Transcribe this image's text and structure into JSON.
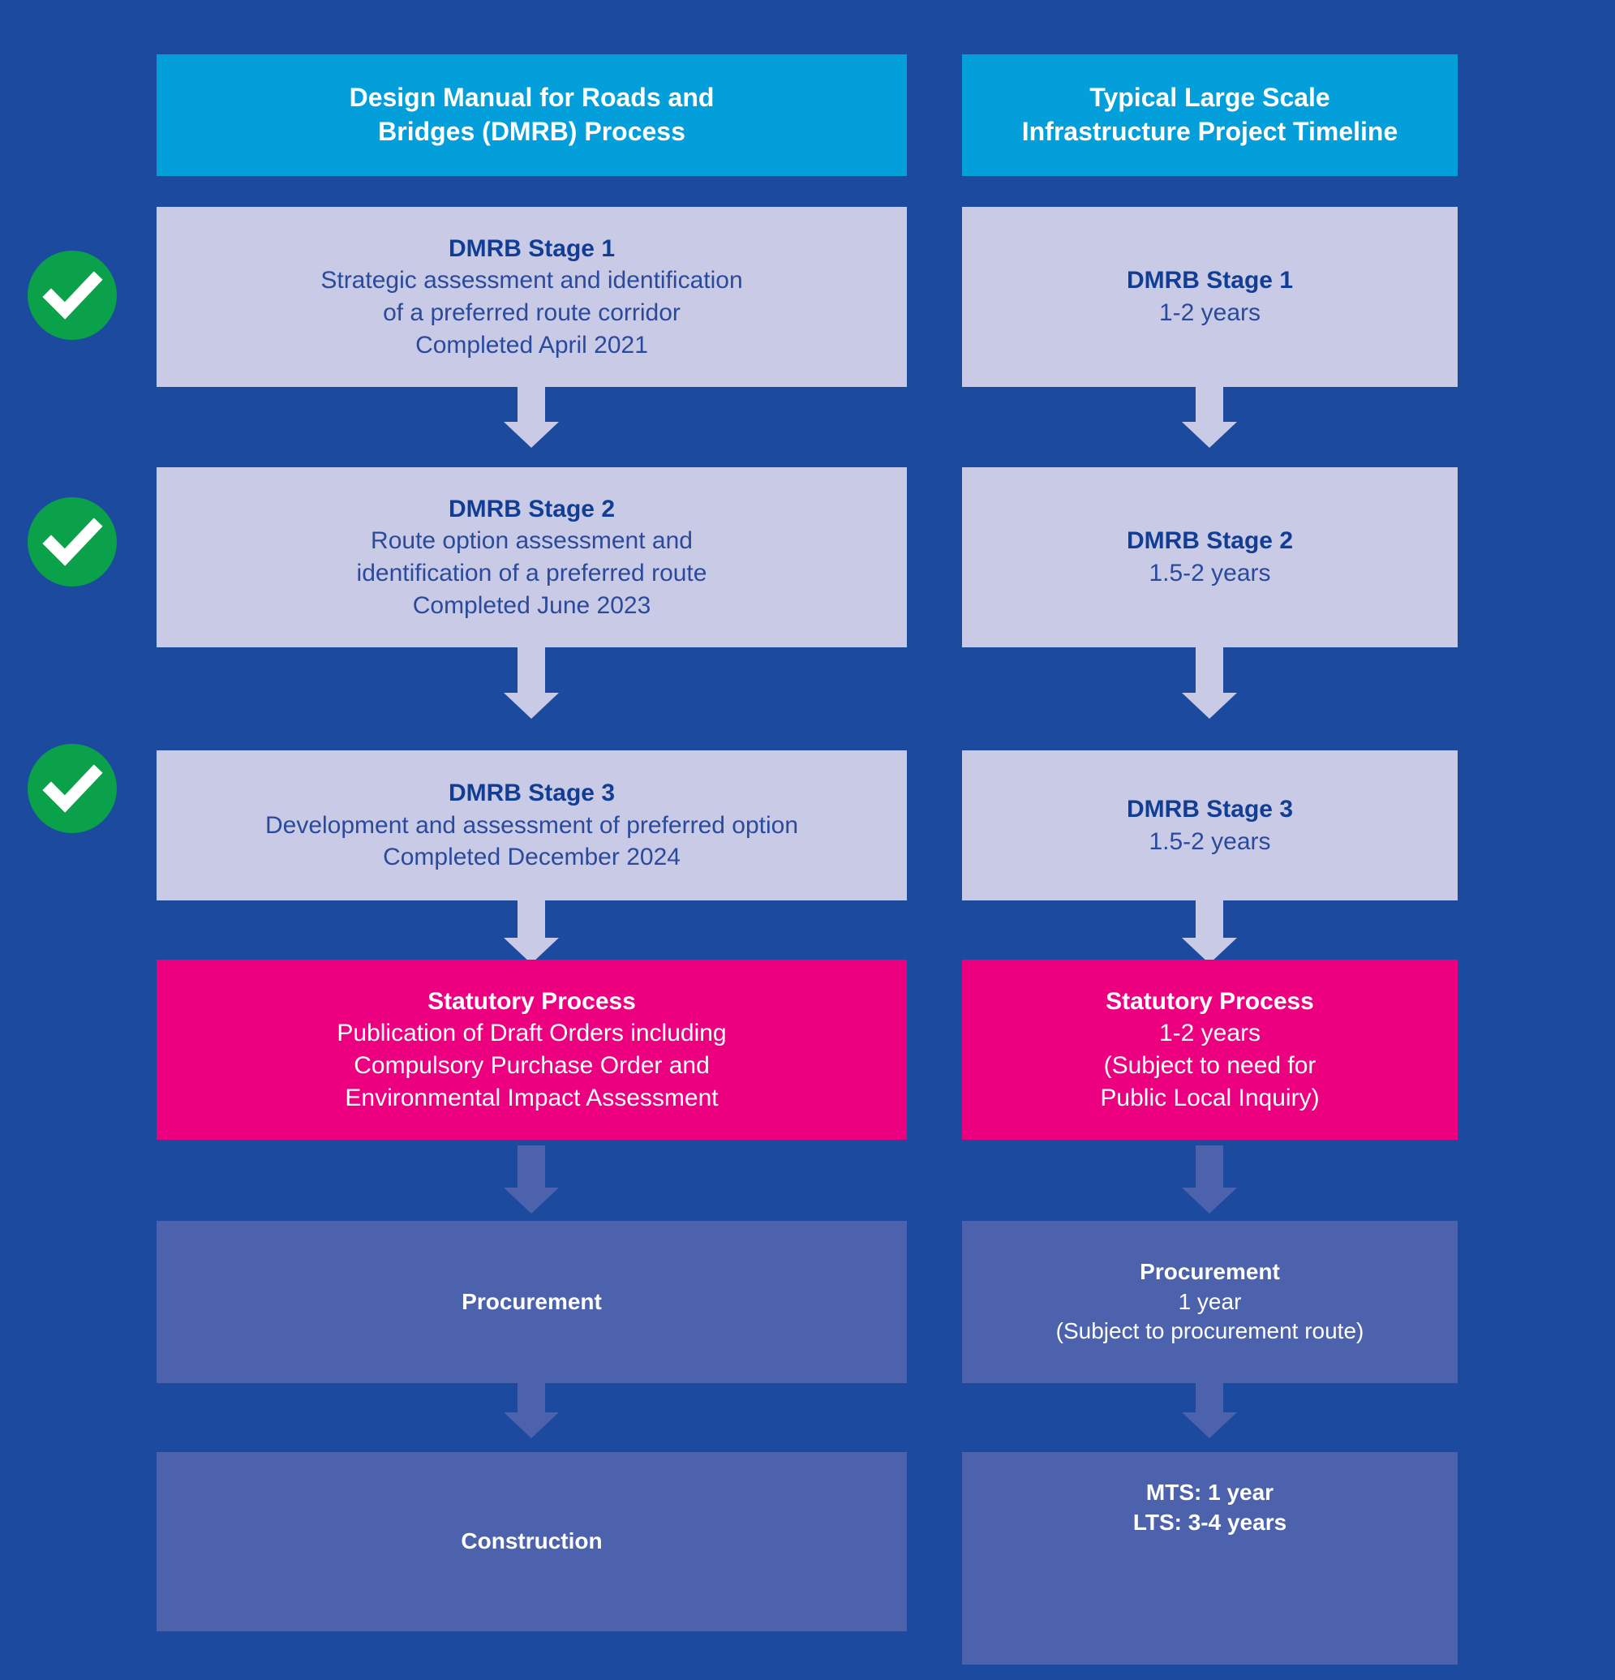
{
  "theme": {
    "background": "#1c4a9e",
    "header_blue": "#029fda",
    "lilac": "#c9cbe6",
    "pink": "#ec0080",
    "slate": "#4c62ad",
    "text_blue": "#1f4397",
    "white": "#ffffff",
    "check_green": "#0ba04a"
  },
  "columns": {
    "left": {
      "header": "Design Manual for Roads and\nBridges (DMRB) Process",
      "header_line1": "Design Manual for Roads and",
      "header_line2": "Bridges (DMRB) Process",
      "steps": [
        {
          "title": "DMRB Stage 1",
          "lines": [
            "Strategic assessment and identification",
            "of a preferred route corridor",
            "Completed April 2021"
          ],
          "completed": true
        },
        {
          "title": "DMRB Stage 2",
          "lines": [
            "Route option assessment and",
            "identification of a preferred route",
            "Completed June 2023"
          ],
          "completed": true
        },
        {
          "title": "DMRB Stage 3",
          "lines": [
            "Development and assessment of preferred option",
            "Completed December 2024"
          ],
          "completed": true
        },
        {
          "title": "Statutory Process",
          "lines": [
            "Publication of Draft Orders including",
            "Compulsory Purchase Order and",
            "Environmental Impact Assessment"
          ],
          "completed": false
        },
        {
          "title": "Procurement",
          "lines": [],
          "completed": false
        },
        {
          "title": "Construction",
          "lines": [],
          "completed": false
        }
      ]
    },
    "right": {
      "header": "Typical Large Scale\nInfrastructure Project Timeline",
      "header_line1": "Typical Large Scale",
      "header_line2": "Infrastructure Project Timeline",
      "steps": [
        {
          "title": "DMRB Stage 1",
          "lines": [
            "1-2 years"
          ]
        },
        {
          "title": "DMRB Stage 2",
          "lines": [
            "1.5-2 years"
          ]
        },
        {
          "title": "DMRB Stage 3",
          "lines": [
            "1.5-2 years"
          ]
        },
        {
          "title": "Statutory Process",
          "lines": [
            "1-2 years",
            "(Subject to need for",
            "Public Local Inquiry)"
          ]
        },
        {
          "title": "Procurement",
          "lines": [
            "1 year",
            "(Subject to procurement route)"
          ]
        },
        {
          "title": "",
          "lines": [
            "MTS: 1 year",
            "LTS: 3-4 years"
          ]
        }
      ]
    }
  },
  "icons": {
    "completed": "check-icon"
  }
}
